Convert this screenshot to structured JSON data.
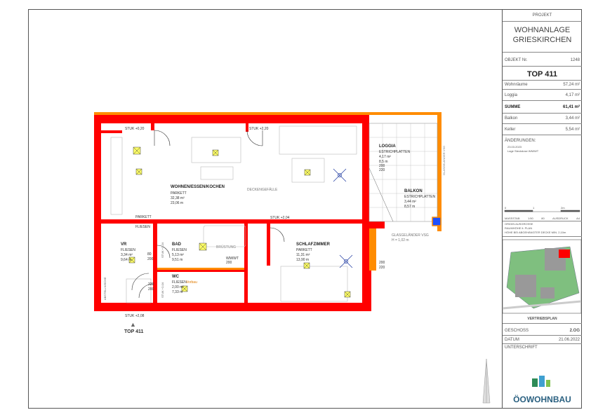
{
  "titleblock": {
    "projekt_label": "PROJEKT",
    "project_name_1": "WOHNANLAGE",
    "project_name_2": "GRIESKIRCHEN",
    "objekt_label": "OBJEKT Nr.",
    "objekt_nr": "1248",
    "top": "TOP 411",
    "areas": [
      {
        "label": "Wohnräume",
        "value": "57,24 m²"
      },
      {
        "label": "Loggia",
        "value": "4,17 m²"
      },
      {
        "label": "SUMME",
        "value": "61,41 m²"
      },
      {
        "label": "Balkon",
        "value": "3,44 m²"
      },
      {
        "label": "Keller",
        "value": "5,54 m²"
      }
    ],
    "aenderungen_label": "ÄNDERUNGEN:",
    "aenderungen_date": "23.03.2023",
    "aenderungen_text": "Lage Steckdose WM/WT",
    "scale_ticks": [
      "0",
      "1",
      "2m"
    ],
    "scale_row": [
      "MASSSTAB",
      "1:50",
      "80",
      "AUSDRUCK",
      "A4"
    ],
    "origin_note": "ORIGIN AUSGROSSE",
    "raumhoehe": "RAUMHÖHE lt. PLAN",
    "hoehe_note": "HÖHE BEI ABGEHÄNGTER DECKE MIN. 2,10m",
    "vertriebsplan": "VERTRIEBSPLAN",
    "geschoss_label": "GESCHOSS",
    "geschoss_value": "2.OG",
    "datum_label": "DATUM",
    "datum_value": "21.06.2022",
    "unterschrift_label": "UNTERSCHRIFT",
    "logo_text": "ÖOWOHNBAU"
  },
  "plan": {
    "top_label": "TOP 411",
    "rooms": [
      {
        "name": "WOHNEN/ESSEN/KOCHEN",
        "finish": "PARKETT",
        "area": "32,38 m²",
        "perimeter": "23,06 m"
      },
      {
        "name": "LOGGIA",
        "finish": "ESTRICHPLATTEN",
        "area": "4,17 m²",
        "perimeter": "8,5 m",
        "h1": "200",
        "h2": "220"
      },
      {
        "name": "BALKON",
        "finish": "ESTRICHPLATTEN",
        "area": "3,44 m²",
        "perimeter": "8,57 m"
      },
      {
        "name": "VR",
        "finish": "FLIESEN",
        "area": "3,34 m²",
        "perimeter": "9,64 m",
        "d1": "80",
        "d2": "200"
      },
      {
        "name": "BAD",
        "finish": "FLIESEN",
        "area": "5,13 m²",
        "perimeter": "9,51 m"
      },
      {
        "name": "WC",
        "finish": "FLIESEN",
        "area": "2,00 m²",
        "perimeter": "7,33 m"
      },
      {
        "name": "SCHLAFZIMMER",
        "finish": "PARKETT",
        "area": "11,31 m²",
        "perimeter": "13,90 m"
      }
    ],
    "parkett_label": "PARKETT",
    "fliesen_label": "FLIESEN",
    "deckengefaelle": "DECKENGEFÄLLE",
    "glas_label_1": "GLASGELÄNDER VSG",
    "glas_label_2": "GLASGELÄNDER VSG",
    "glas_h": "H = 1,02 m",
    "stuk": [
      "STUK +0,20",
      "STUK +2,20",
      "STUK +2,04",
      "STUK +2,24",
      "STUK +2,04",
      "STUK +2,08"
    ],
    "parapet": [
      "200",
      "220",
      "220",
      "200",
      "200"
    ],
    "wd_labels": [
      "BRÜSTUNG",
      "ABSTELLNISCHE",
      "WM/WT",
      "Vorbau"
    ]
  },
  "colors": {
    "wall": "#ff0000",
    "accent": "#ff8c00",
    "fixture_fill": "#ffff66",
    "blue": "#1e50ff"
  }
}
